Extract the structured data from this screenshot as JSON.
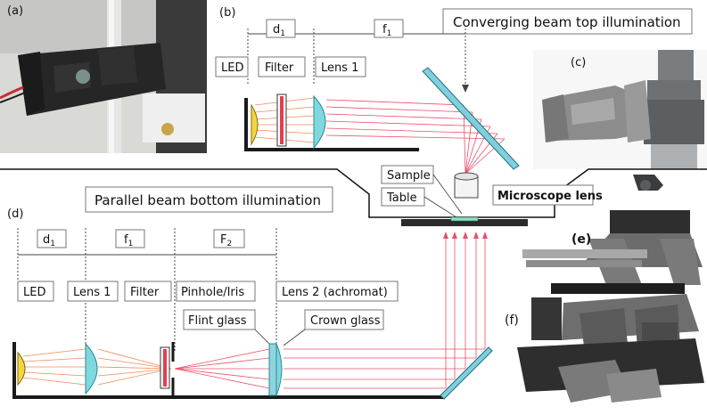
{
  "panels": {
    "a": "(a)",
    "b": "(b)",
    "c": "(c)",
    "d": "(d)",
    "e": "(e)",
    "f": "(f)"
  },
  "top": {
    "title": "Converging beam top illumination",
    "dims": [
      "d",
      "1",
      "f",
      "1"
    ],
    "labels": {
      "led": "LED",
      "filter": "Filter",
      "lens1": "Lens 1"
    }
  },
  "center": {
    "sample": "Sample",
    "table": "Table",
    "microscope": "Microscope lens"
  },
  "bottom": {
    "title": "Parallel beam bottom illumination",
    "labels": {
      "led": "LED",
      "lens1": "Lens 1",
      "filter": "Filter",
      "pinhole": "Pinhole/Iris",
      "lens2": "Lens 2 (achromat)",
      "flint": "Flint glass",
      "crown": "Crown glass"
    }
  },
  "colors": {
    "led": "#f2d640",
    "filter": "#e04050",
    "lens": "#7fd8e0",
    "mirror": "#7fd0dc",
    "ray_red": "#e8506a",
    "ray_orange": "#f08a55",
    "gray_part": "#8c8c8c",
    "dark_part": "#2a2a2a"
  }
}
